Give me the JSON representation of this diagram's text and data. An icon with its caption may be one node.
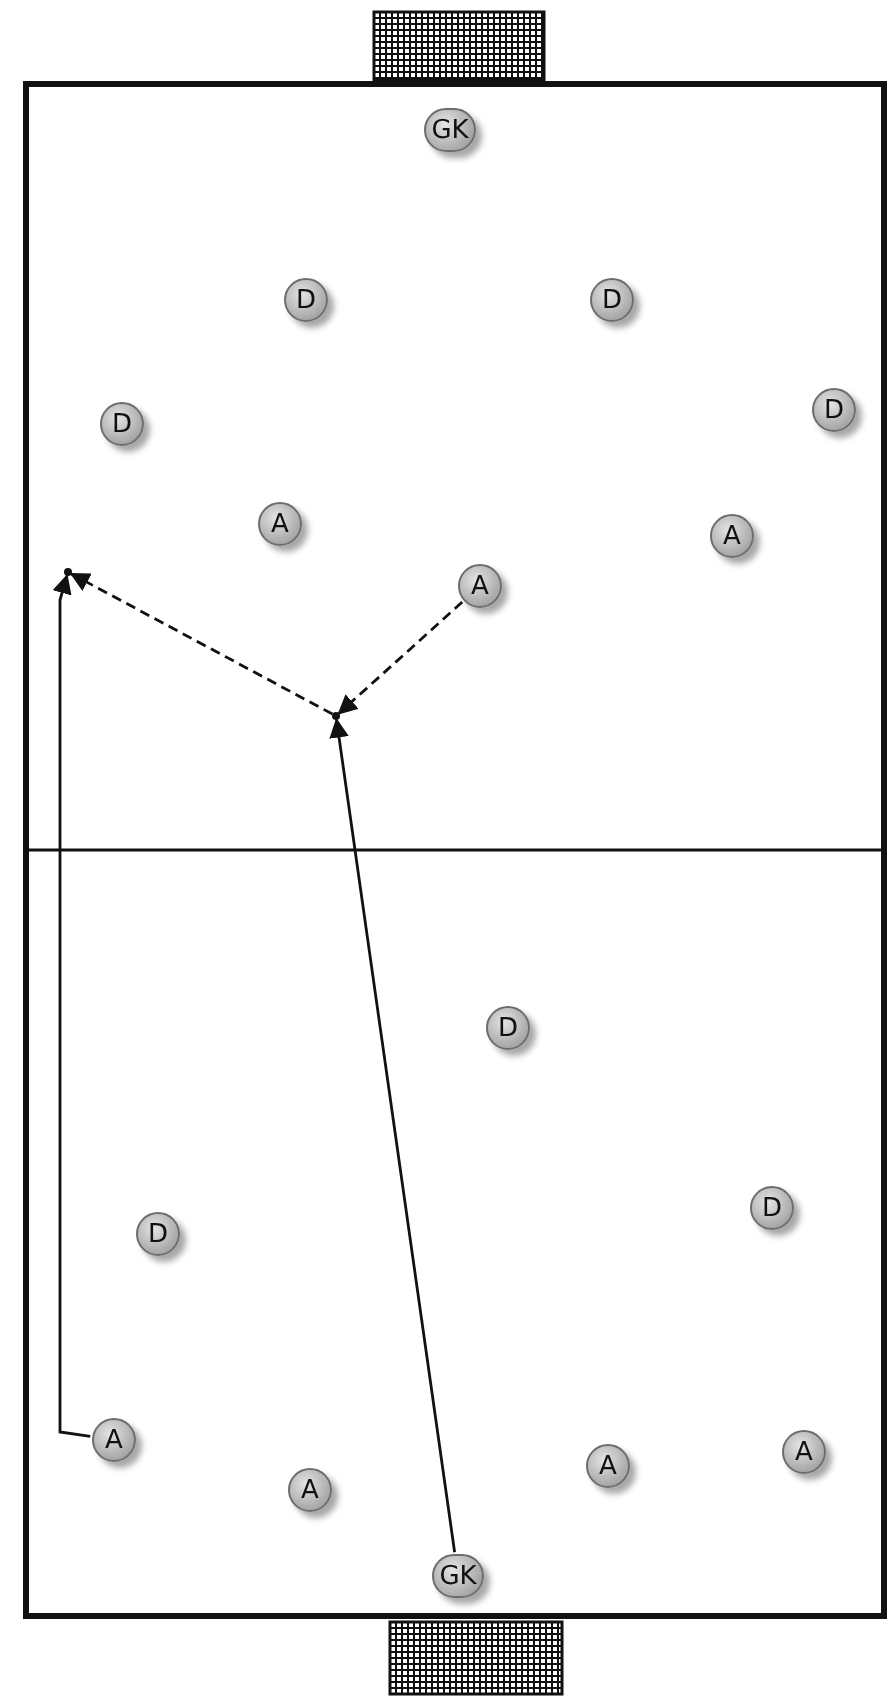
{
  "diagram": {
    "nodes": [
      {
        "text": [
          "GK"
        ]
      },
      {
        "text": [
          "D"
        ]
      },
      {
        "text": [
          "D"
        ]
      },
      {
        "text": [
          "D"
        ]
      },
      {
        "text": [
          "D"
        ]
      },
      {
        "text": [
          "A"
        ]
      },
      {
        "text": [
          "A"
        ]
      },
      {
        "text": [
          "A"
        ]
      },
      {
        "text": [
          "D"
        ]
      },
      {
        "text": [
          "D"
        ]
      },
      {
        "text": [
          "D"
        ]
      },
      {
        "text": [
          "A"
        ]
      },
      {
        "text": [
          "A"
        ]
      },
      {
        "text": [
          "A"
        ]
      },
      {
        "text": [
          "A"
        ]
      },
      {
        "text": [
          "GK"
        ]
      },
      {
        "text": [],
        "shape": "point"
      },
      {
        "text": [],
        "shape": "point"
      }
    ],
    "edges": [
      {
        "from": 11,
        "to": 16,
        "arrow": "to"
      },
      {
        "from": 17,
        "to": 16,
        "arrow": "to",
        "style": "dashed"
      },
      {
        "from": 6,
        "to": 17,
        "arrow": "to",
        "style": "dashed"
      },
      {
        "from": 15,
        "to": 17,
        "arrow": "to"
      }
    ]
  }
}
